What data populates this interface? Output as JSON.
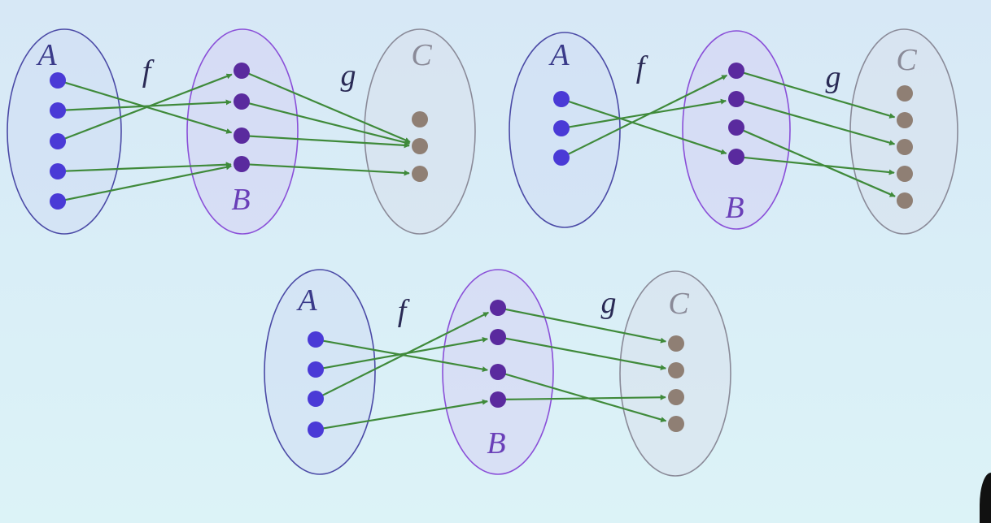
{
  "colors": {
    "setA_dot": "#4a3ad6",
    "setB_dot": "#5a2a9e",
    "setC_dot": "#8f7f74",
    "setA_ring": "#4b4aa6",
    "setB_ring": "#8a4fd8",
    "setC_ring": "#8a8a98",
    "set_fill_A": "#d0dcf4",
    "set_fill_B": "#d6d2f4",
    "set_fill_C": "#d8e0ec",
    "arrow": "#3f8a3a"
  },
  "diagrams": [
    {
      "sets": [
        {
          "label": "A",
          "count": 5
        },
        {
          "label": "B",
          "count": 4
        },
        {
          "label": "C",
          "count": 3
        }
      ],
      "f_label": "f",
      "g_label": "g",
      "f_map": [
        [
          0,
          2
        ],
        [
          1,
          1
        ],
        [
          2,
          0
        ],
        [
          3,
          3
        ],
        [
          4,
          3
        ]
      ],
      "g_map": [
        [
          0,
          1
        ],
        [
          1,
          1
        ],
        [
          2,
          1
        ],
        [
          3,
          2
        ]
      ]
    },
    {
      "sets": [
        {
          "label": "A",
          "count": 3
        },
        {
          "label": "B",
          "count": 4
        },
        {
          "label": "C",
          "count": 5
        }
      ],
      "f_label": "f",
      "g_label": "g",
      "f_map": [
        [
          0,
          3
        ],
        [
          1,
          1
        ],
        [
          2,
          0
        ]
      ],
      "g_map": [
        [
          0,
          1
        ],
        [
          1,
          2
        ],
        [
          2,
          4
        ],
        [
          3,
          3
        ]
      ]
    },
    {
      "sets": [
        {
          "label": "A",
          "count": 4
        },
        {
          "label": "B",
          "count": 4
        },
        {
          "label": "C",
          "count": 4
        }
      ],
      "f_label": "f",
      "g_label": "g",
      "f_map": [
        [
          0,
          2
        ],
        [
          1,
          1
        ],
        [
          2,
          0
        ],
        [
          3,
          3
        ]
      ],
      "g_map": [
        [
          0,
          0
        ],
        [
          1,
          1
        ],
        [
          2,
          3
        ],
        [
          3,
          2
        ]
      ]
    }
  ]
}
